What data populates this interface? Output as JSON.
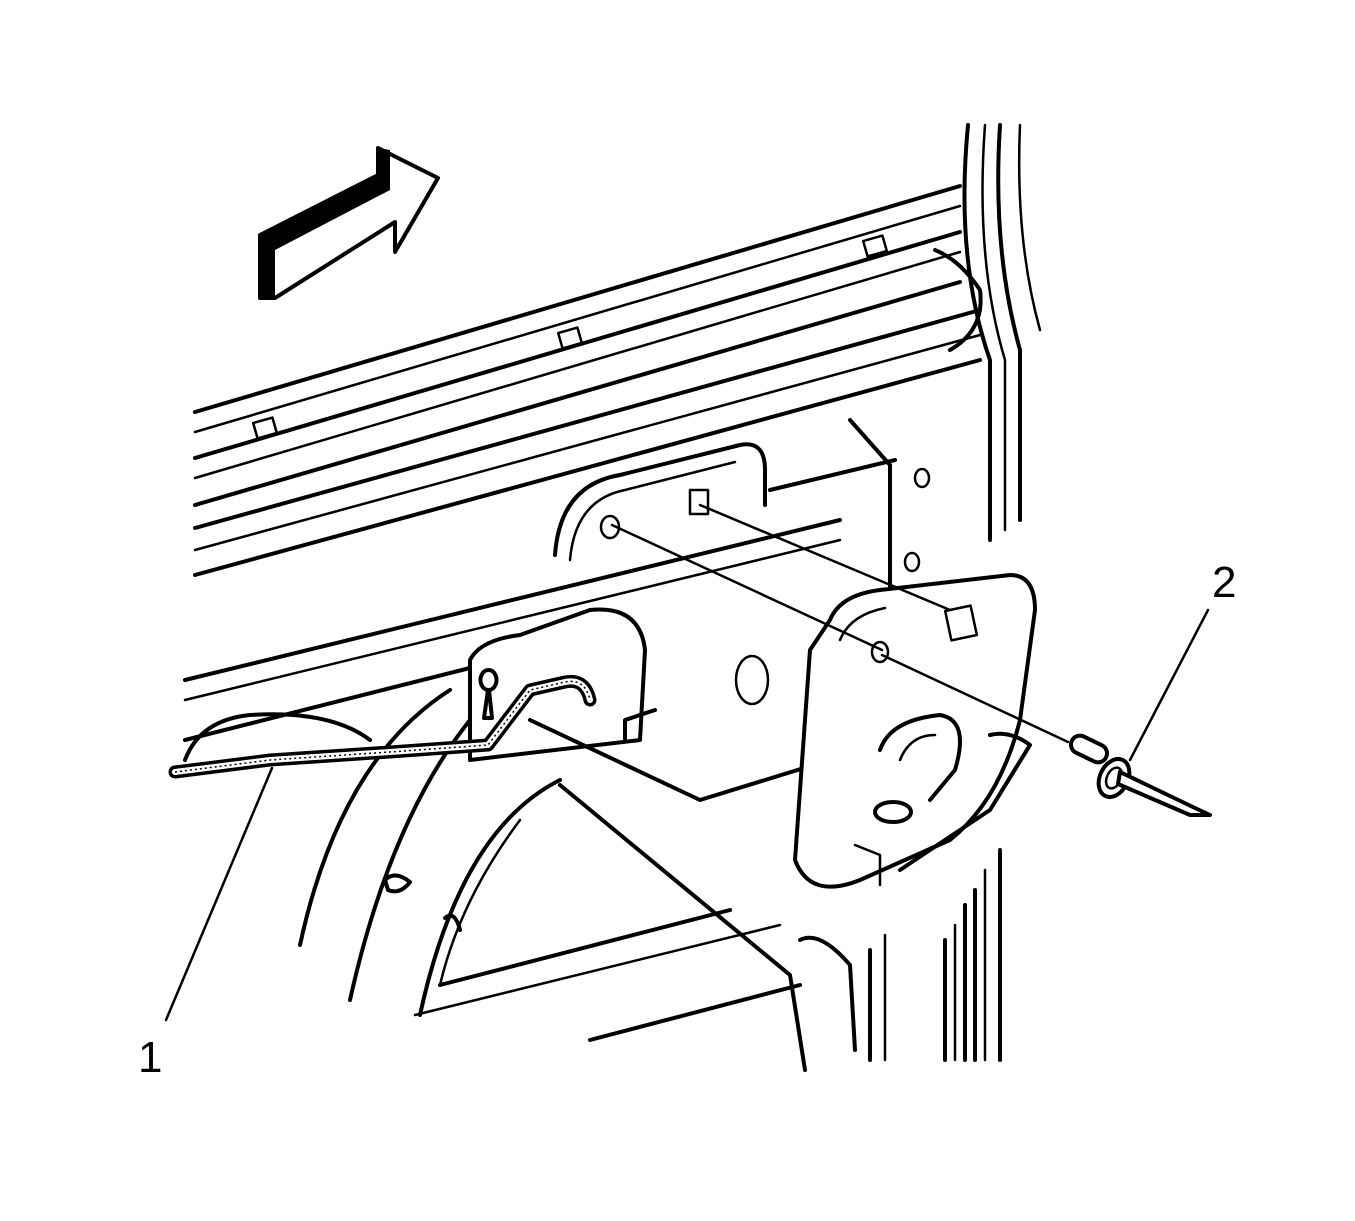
{
  "diagram": {
    "type": "technical-line-illustration",
    "subject": "vehicle door/body panel latch bracket with rod and rivet",
    "background_color": "#ffffff",
    "line_color": "#000000",
    "direction_arrow": {
      "icon": "forward-direction-arrow",
      "orientation": "up-right"
    },
    "callouts": [
      {
        "number": "1",
        "label_text": "1",
        "part": "rod/cable"
      },
      {
        "number": "2",
        "label_text": "2",
        "part": "rivet"
      }
    ]
  }
}
